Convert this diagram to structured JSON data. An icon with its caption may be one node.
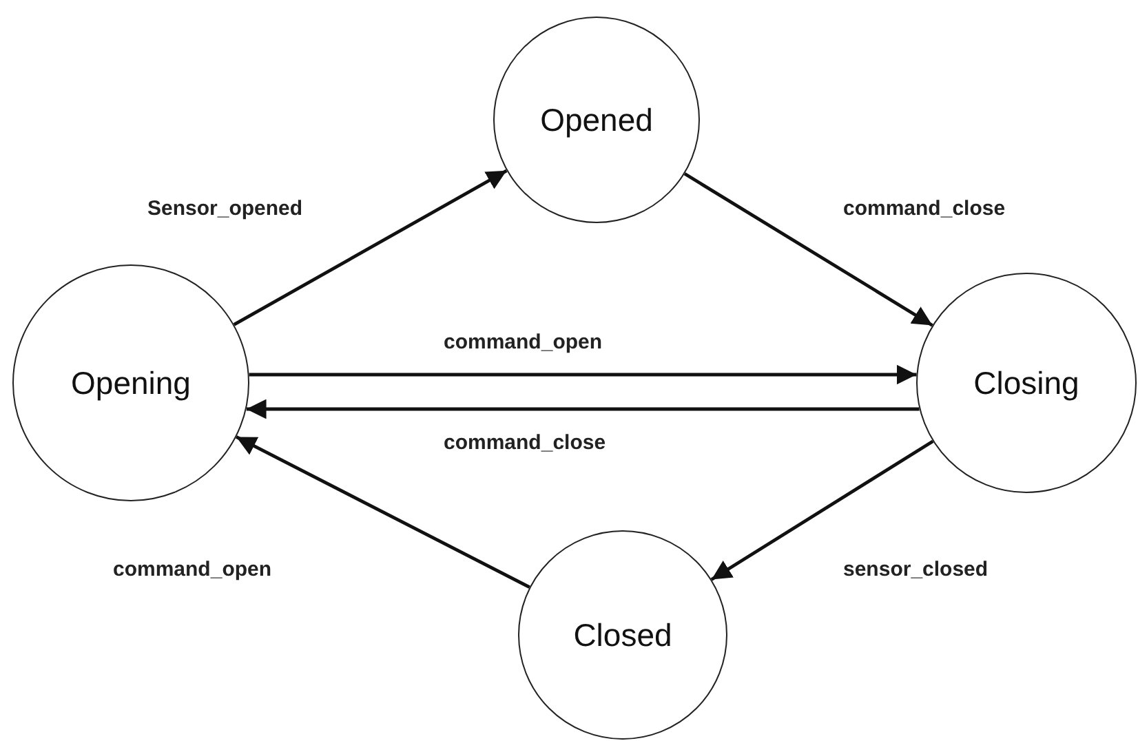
{
  "diagram": {
    "nodes": [
      {
        "text": [
          "Opened"
        ]
      },
      {
        "text": [
          "Opening"
        ]
      },
      {
        "text": [
          "Closing"
        ]
      },
      {
        "text": [
          "Closed"
        ]
      }
    ],
    "edges": [
      {
        "from": 1,
        "to": 0,
        "arrow": "to",
        "label": "Sensor_opened"
      },
      {
        "from": 0,
        "to": 2,
        "arrow": "to",
        "label": "command_close"
      },
      {
        "from": 1,
        "to": 2,
        "arrow": "to",
        "label": "command_open"
      },
      {
        "from": 2,
        "to": 1,
        "arrow": "to",
        "label": "command_close"
      },
      {
        "from": 2,
        "to": 3,
        "arrow": "to",
        "label": "sensor_closed"
      },
      {
        "from": 3,
        "to": 1,
        "arrow": "to",
        "label": "command_open"
      }
    ]
  }
}
